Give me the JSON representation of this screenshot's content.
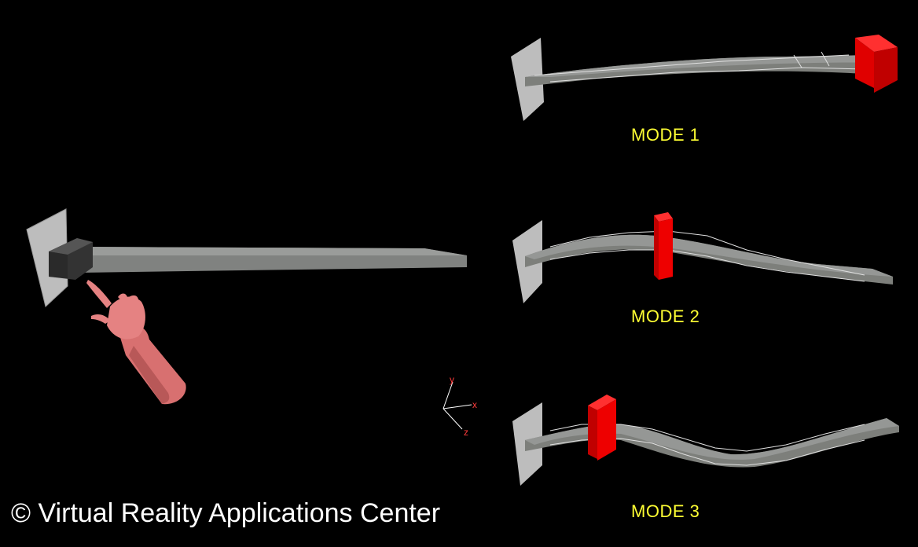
{
  "modes": [
    {
      "label": "MODE 1"
    },
    {
      "label": "MODE 2"
    },
    {
      "label": "MODE 3"
    }
  ],
  "axes": {
    "x": "x",
    "y": "y",
    "z": "z"
  },
  "copyright": "© Virtual Reality Applications Center",
  "colors": {
    "background": "#000000",
    "mode_label": "#ffff33",
    "beam": "#7d7f7b",
    "wall": "#b8b8b8",
    "mass": "#ff0000",
    "axes": "#ff3b3b",
    "hand": "#e07a7a"
  }
}
